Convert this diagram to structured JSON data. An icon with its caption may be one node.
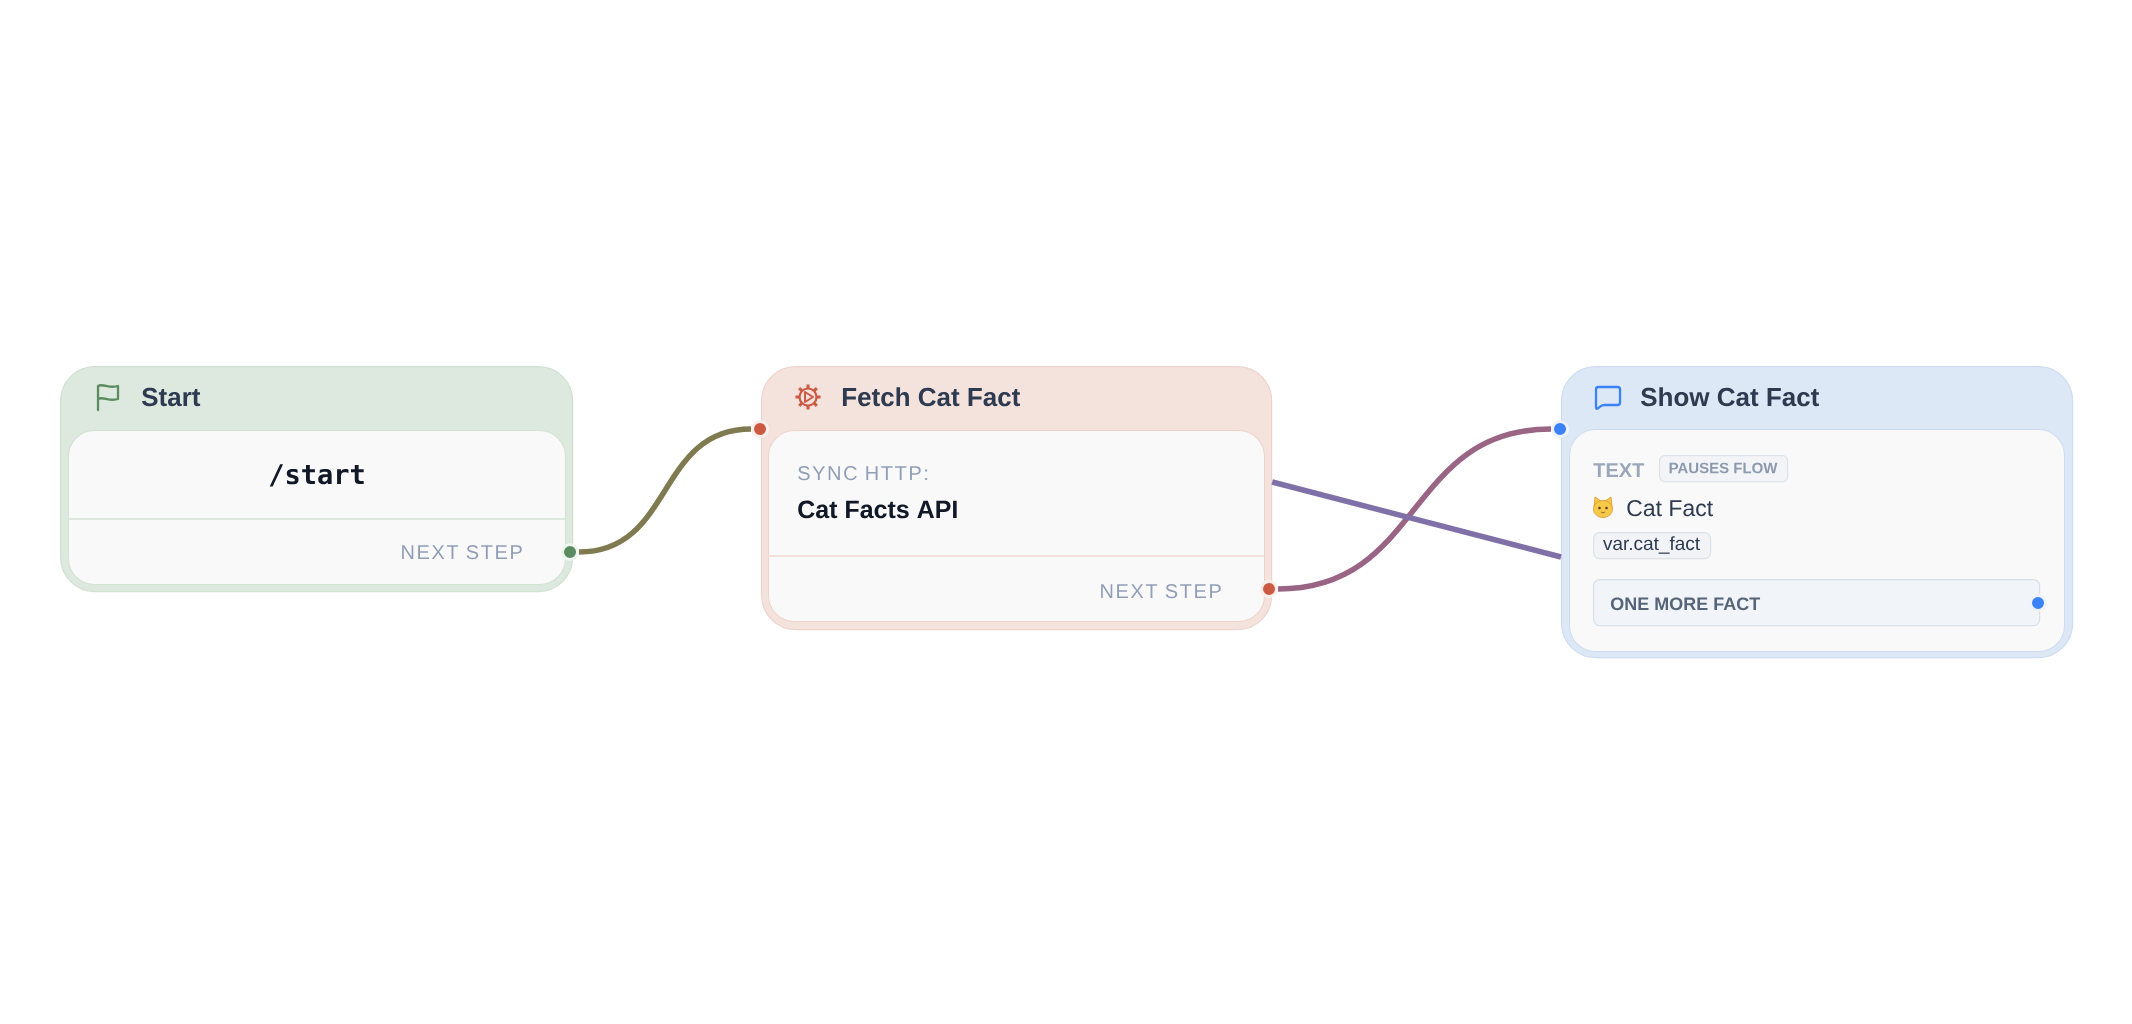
{
  "diagram": {
    "nodes": [
      {
        "text": [
          "Start"
        ]
      },
      {
        "text": [
          "/start",
          "NEXT STEP"
        ],
        "in": 0
      },
      {
        "text": [],
        "shape": "circle"
      },
      {
        "text": [
          "Fetch Cat Fact"
        ]
      },
      {
        "text": [],
        "shape": "circle"
      },
      {
        "text": [
          "SYNC HTTP:",
          "Cat Facts API",
          "NEXT STEP"
        ],
        "in": 3
      },
      {
        "text": [],
        "shape": "circle"
      },
      {
        "text": [
          "Show Cat Fact"
        ]
      },
      {
        "text": [],
        "shape": "circle"
      },
      {
        "text": [
          "TEXT",
          "Cat Fact"
        ],
        "in": 7
      },
      {
        "text": [
          "PAUSES FLOW"
        ],
        "in": 9
      },
      {
        "text": [
          "var.cat_fact"
        ],
        "in": 9
      },
      {
        "text": [
          "ONE MORE FACT"
        ],
        "in": 9
      },
      {
        "text": [],
        "shape": "circle",
        "in": 9
      }
    ],
    "edges": [
      {
        "from": 2,
        "to": 4,
        "arrow": "none",
        "color": "#7f7a4f"
      },
      {
        "from": 6,
        "to": 8,
        "arrow": "none",
        "color": "#9a6585"
      },
      {
        "from": 7,
        "to": 3,
        "arrow": "none",
        "color": "#8070a8"
      }
    ]
  }
}
